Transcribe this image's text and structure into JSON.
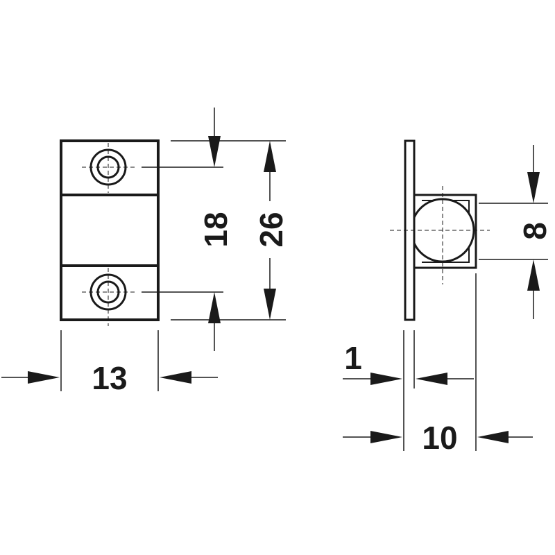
{
  "dimensions": {
    "width_front": "13",
    "hole_spacing": "18",
    "height_total": "26",
    "ball_diameter": "8",
    "plate_thickness": "1",
    "depth_total": "10"
  },
  "colors": {
    "line": "#1a1a1a",
    "background": "#ffffff"
  }
}
